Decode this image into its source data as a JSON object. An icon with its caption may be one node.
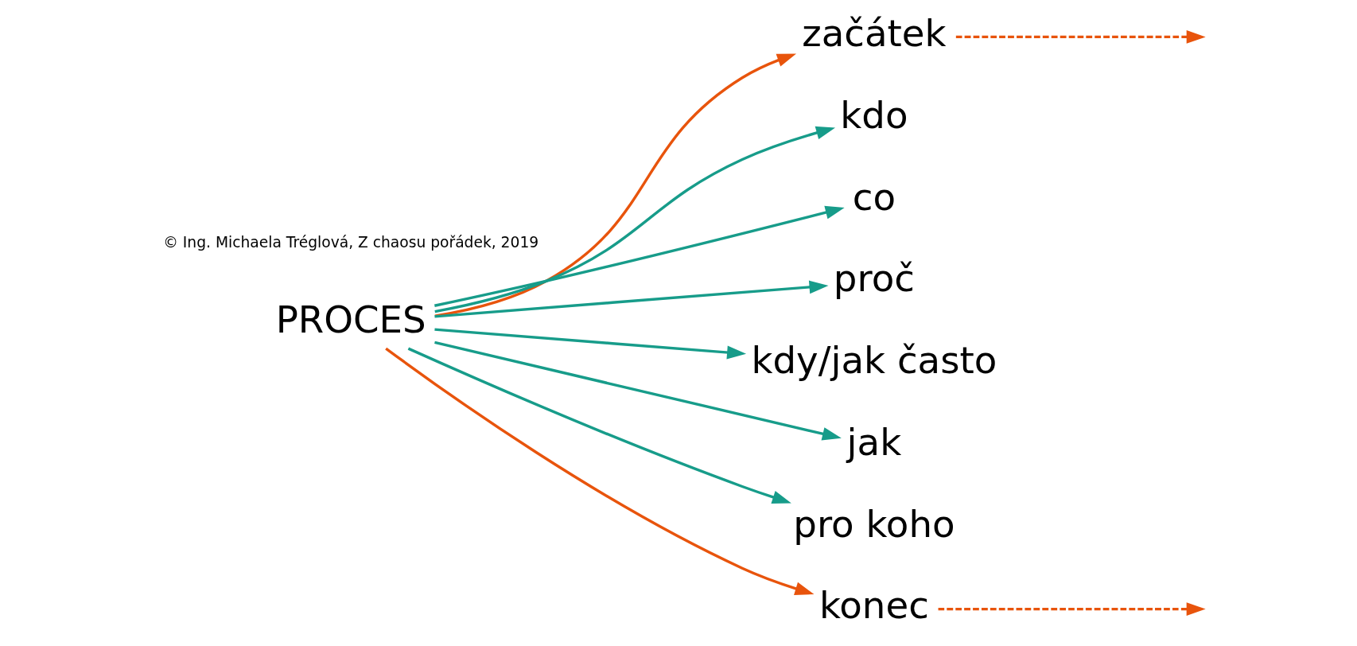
{
  "diagram": {
    "nodes": [
      {
        "text": [
          "PROCES"
        ]
      },
      {
        "text": [
          "začátek"
        ]
      },
      {
        "text": [
          "kdo"
        ]
      },
      {
        "text": [
          "co"
        ]
      },
      {
        "text": [
          "proč"
        ]
      },
      {
        "text": [
          "kdy/jak často"
        ]
      },
      {
        "text": [
          "jak"
        ]
      },
      {
        "text": [
          "pro koho"
        ]
      },
      {
        "text": [
          "konec"
        ]
      }
    ],
    "edges": [
      {
        "from": 0,
        "to": 1,
        "arrow": "to",
        "color": "#e8540c"
      },
      {
        "from": 0,
        "to": 2,
        "arrow": "to"
      },
      {
        "from": 0,
        "to": 3,
        "arrow": "to"
      },
      {
        "from": 0,
        "to": 4,
        "arrow": "to"
      },
      {
        "from": 0,
        "to": 5,
        "arrow": "to"
      },
      {
        "from": 0,
        "to": 6,
        "arrow": "to"
      },
      {
        "from": 0,
        "to": 7,
        "arrow": "to"
      },
      {
        "from": 0,
        "to": 8,
        "arrow": "to",
        "color": "#e8540c"
      },
      {
        "from": 1,
        "to": null,
        "arrow": "to",
        "style": "dashed",
        "color": "#e8540c"
      },
      {
        "from": 8,
        "to": null,
        "arrow": "to",
        "style": "dashed",
        "color": "#e8540c"
      }
    ],
    "labels": [
      "© Ing. Michaela Tréglová, Z chaosu pořádek, 2019"
    ]
  }
}
